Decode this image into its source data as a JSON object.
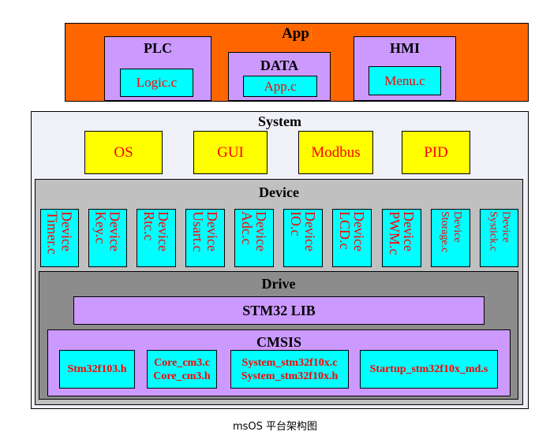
{
  "app": {
    "title": "App",
    "modules": [
      {
        "name": "PLC",
        "file": "Logic.c"
      },
      {
        "name": "DATA",
        "file": "App.c"
      },
      {
        "name": "HMI",
        "file": "Menu.c"
      }
    ]
  },
  "system": {
    "title": "System",
    "modules": [
      "OS",
      "GUI",
      "Modbus",
      "PID"
    ]
  },
  "device": {
    "title": "Device",
    "items": [
      {
        "line1": "Device",
        "line2": "Timer.c"
      },
      {
        "line1": "Device",
        "line2": "Key.c"
      },
      {
        "line1": "Device",
        "line2": "Rtc.c"
      },
      {
        "line1": "Device",
        "line2": "Usart.c"
      },
      {
        "line1": "Device",
        "line2": "Adc.c"
      },
      {
        "line1": "Device",
        "line2": "IO.c"
      },
      {
        "line1": "Device",
        "line2": "LCD.c"
      },
      {
        "line1": "Device",
        "line2": "PWM.c"
      },
      {
        "line1": "Device",
        "line2": "Storage.c"
      },
      {
        "line1": "Device",
        "line2": "Systick.c"
      }
    ]
  },
  "drive": {
    "title": "Drive",
    "lib": "STM32 LIB",
    "cmsis": {
      "title": "CMSIS",
      "files": [
        {
          "line1": "Stm32f103.h",
          "line2": ""
        },
        {
          "line1": "Core_cm3.c",
          "line2": "Core_cm3.h"
        },
        {
          "line1": "System_stm32f10x.c",
          "line2": "System_stm32f10x.h"
        },
        {
          "line1": "Startup_stm32f10x_md.s",
          "line2": ""
        }
      ]
    }
  },
  "caption": "msOS 平台架构图",
  "colors": {
    "app_bg": "#ff6600",
    "module_bg": "#cc99ff",
    "file_bg": "#00ffff",
    "system_module_bg": "#ffff00",
    "device_bg": "#c0c0c0",
    "drive_bg": "#8c8c8c",
    "text_red": "#ff0000"
  }
}
